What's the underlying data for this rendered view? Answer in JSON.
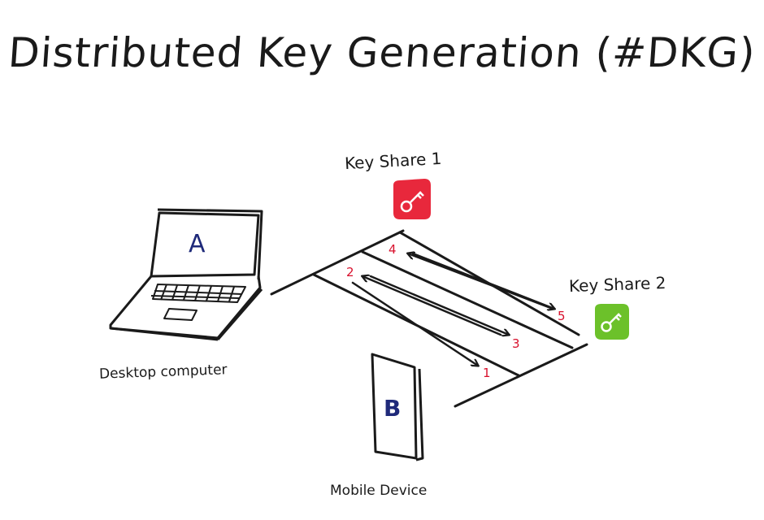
{
  "title": "Distributed Key Generation (#DKG)",
  "key_share_1": {
    "label": "Key Share 1",
    "color": "#e8283c",
    "icon": "key-icon"
  },
  "key_share_2": {
    "label": "Key Share 2",
    "color": "#6cc12a",
    "icon": "key-icon"
  },
  "device_a": {
    "letter": "A",
    "label": "Desktop computer",
    "letter_color": "#1f2a7a"
  },
  "device_b": {
    "letter": "B",
    "label": "Mobile Device",
    "letter_color": "#1f2a7a"
  },
  "messages": [
    {
      "step": "1"
    },
    {
      "step": "2"
    },
    {
      "step": "3"
    },
    {
      "step": "4"
    },
    {
      "step": "5"
    }
  ],
  "step_color": "#d8102c",
  "ink_color": "#1a1a1a"
}
